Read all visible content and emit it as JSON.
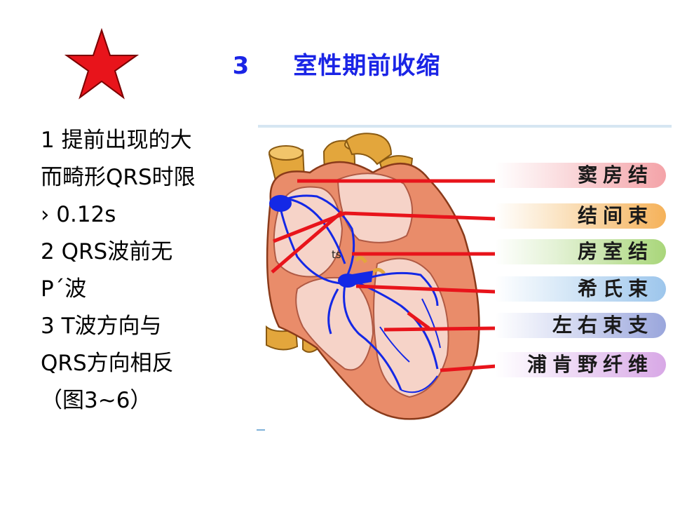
{
  "title": {
    "number": "3",
    "text": "室性期前收缩"
  },
  "icons": {
    "star": "red-star-icon"
  },
  "colors": {
    "title": "#1a24e6",
    "star": "#e8141b",
    "conduction": "#1428e6",
    "pointer": "#e8141b"
  },
  "bullets": [
    {
      "text": "1 提前出现的大"
    },
    {
      "text": "而畸形QRS时限"
    },
    {
      "text": "› 0.12s"
    },
    {
      "text": "2 QRS波前无"
    },
    {
      "text": "P´波"
    },
    {
      "text": "3 T波方向与"
    },
    {
      "text": "QRS方向相反"
    },
    {
      "text": "（图3~6）"
    }
  ],
  "diagram": {
    "marker": "ts",
    "labels": [
      {
        "text": "窦房结",
        "color": "#f4a3a8"
      },
      {
        "text": "结间束",
        "color": "#f5b25a"
      },
      {
        "text": "房室结",
        "color": "#a9d67a"
      },
      {
        "text": "希氏束",
        "color": "#9dc6ec"
      },
      {
        "text": "左右束支",
        "color": "#9aa6dc"
      },
      {
        "text": "浦肯野纤维",
        "color": "#d8a8e6"
      }
    ]
  }
}
